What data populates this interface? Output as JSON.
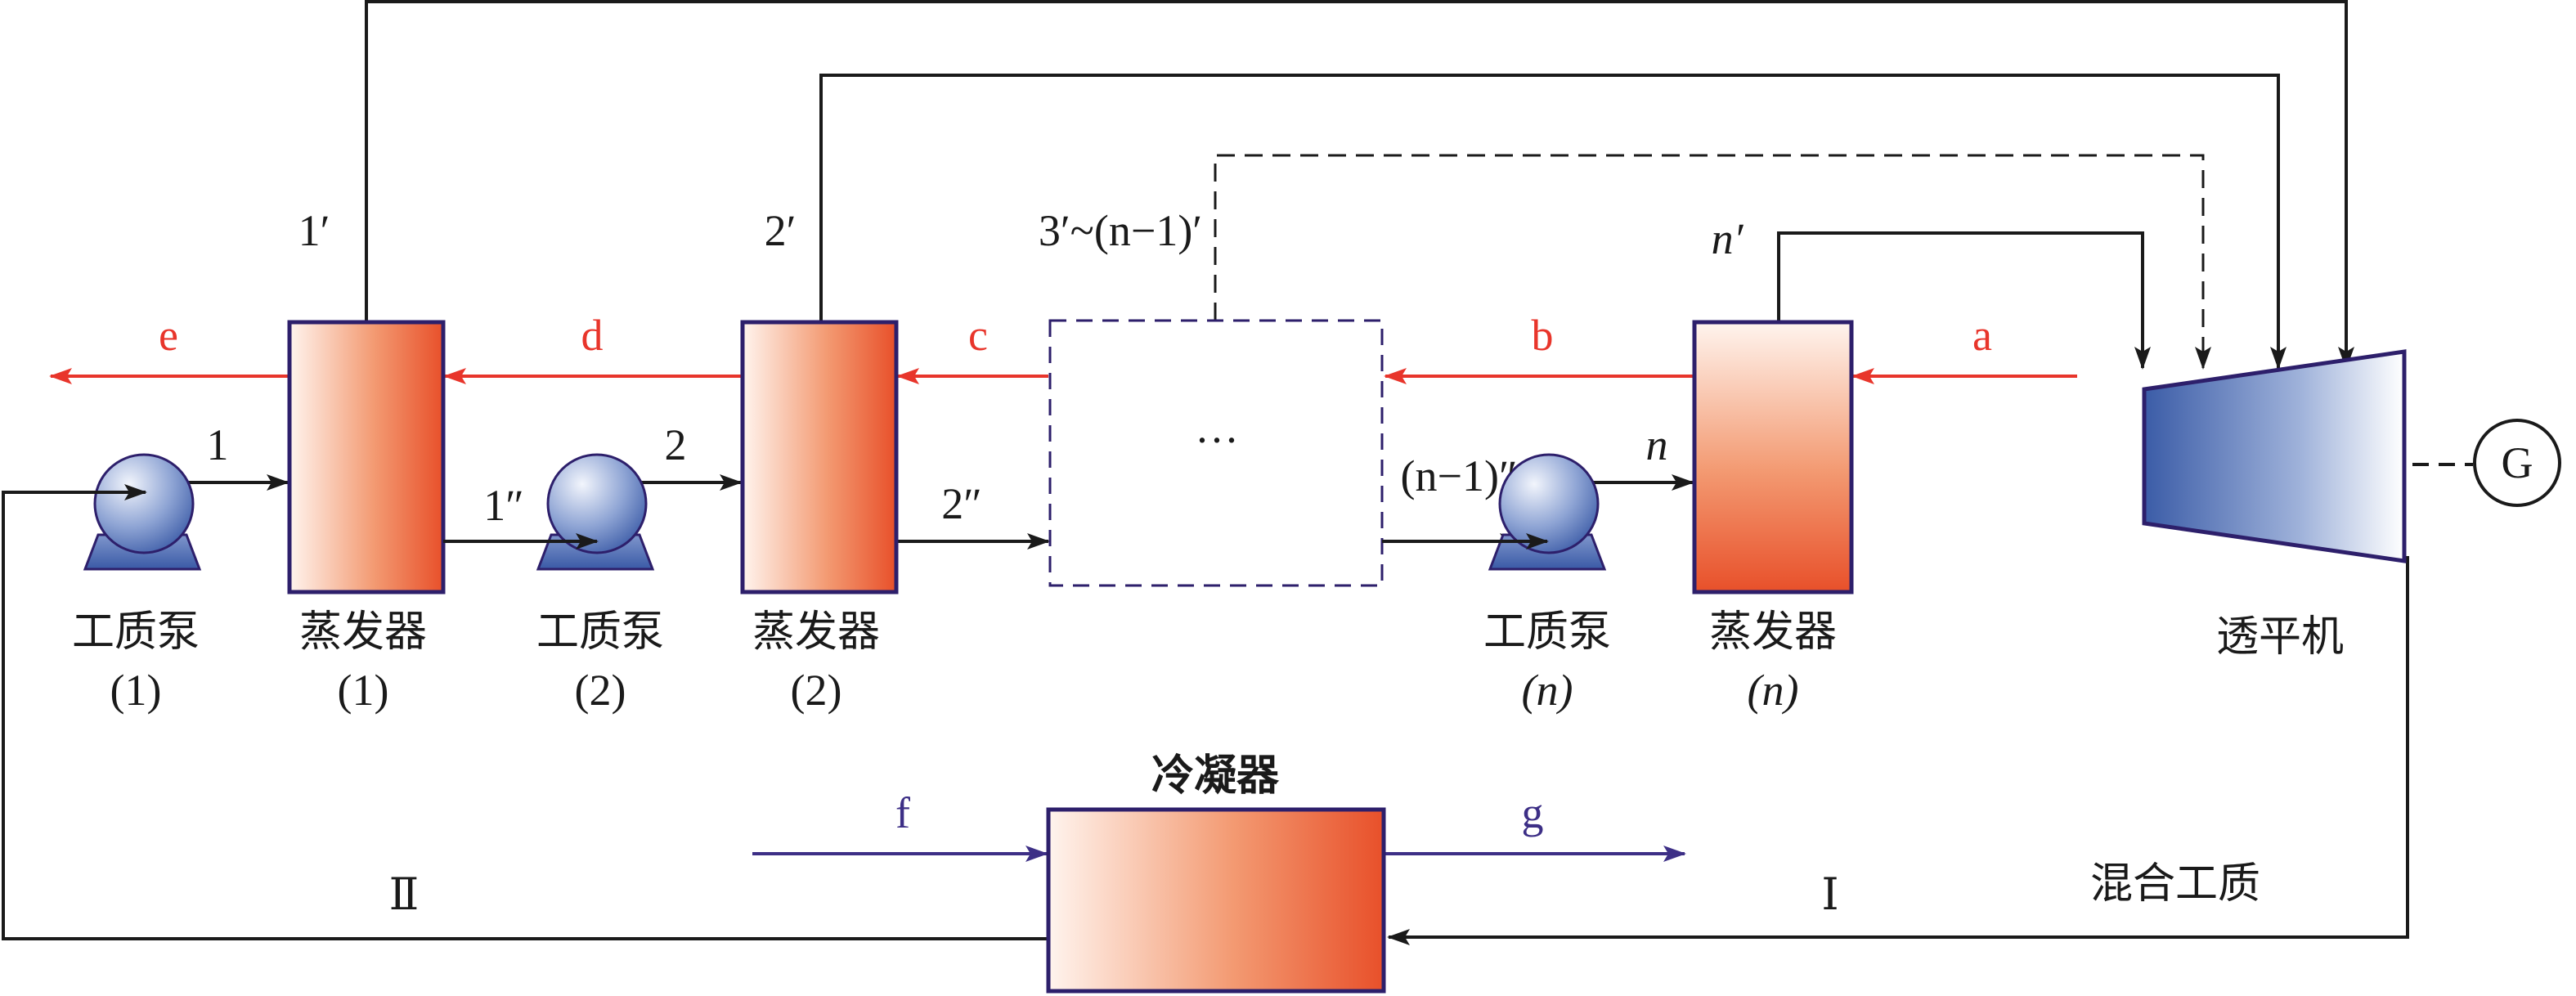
{
  "labels": {
    "turbine": "透平机",
    "generator": "G",
    "condenser": "冷凝器",
    "mixed_fluid": "混合工质",
    "pump": "工质泵",
    "evaporator": "蒸发器",
    "pump1_index": "(1)",
    "pump2_index": "(2)",
    "pumpn_index": "(n)",
    "evap1_index": "(1)",
    "evap2_index": "(2)",
    "evapn_index": "(n)",
    "ellipsis": "···",
    "loop_I": "Ⅰ",
    "loop_II": "Ⅱ"
  },
  "streams": {
    "a": "a",
    "b": "b",
    "c": "c",
    "d": "d",
    "e": "e",
    "f": "f",
    "g": "g"
  },
  "state_points": {
    "p1": "1",
    "p2": "2",
    "pn": "n",
    "p1_prime": "1′",
    "p2_prime": "2′",
    "p3_to_n1_prime": "3′~(n−1)′",
    "pn_prime": "n′",
    "p1_dprime": "1″",
    "p2_dprime": "2″",
    "pn1_dprime": "(n−1)″"
  },
  "colors": {
    "hot_stream": "#e8352b",
    "cooling_stream": "#3d2f86",
    "equipment_border": "#2d1f6b",
    "evaporator_gradient": [
      "#fff3ec",
      "#e8502a"
    ],
    "turbine_gradient": [
      "#3c5ea8",
      "#ffffff"
    ],
    "pump_gradient": [
      "#e6eefa",
      "#3a5fa8"
    ]
  }
}
